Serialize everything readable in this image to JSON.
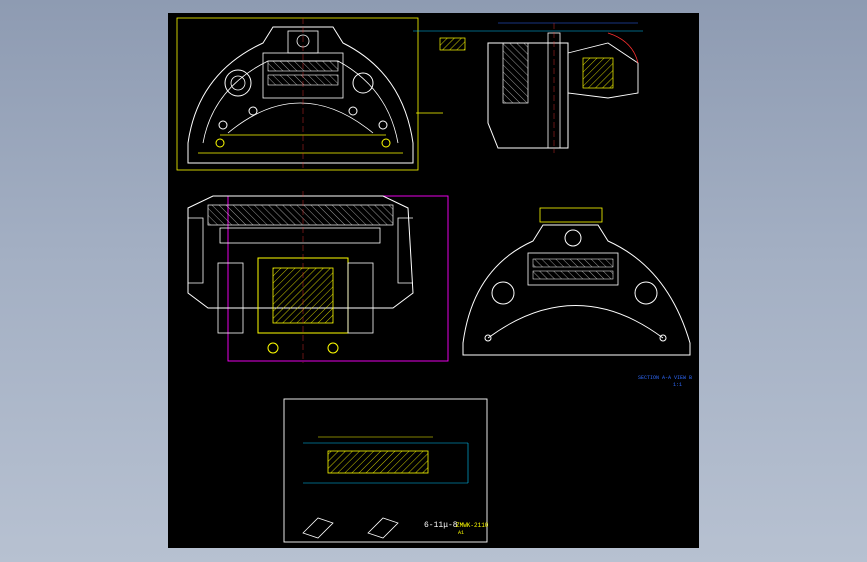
{
  "viewer": {
    "background_color": "#9aa6bb",
    "canvas_color": "#000000"
  },
  "drawing": {
    "detail_label": "6-11μ-8",
    "drawing_code": "ZMWK-2110",
    "drawing_code_sub": "A1",
    "view_caption": "SECTION A-A  VIEW B",
    "view_caption_sub": "1:1"
  },
  "colors": {
    "outline": "#ffffff",
    "dimension": "#ffff00",
    "hatch": "#ffff00",
    "frame_magenta": "#ff00ff",
    "leader_cyan": "#00c8ff",
    "annotation_blue": "#2f6bff",
    "centerline_red": "#ff3030"
  }
}
